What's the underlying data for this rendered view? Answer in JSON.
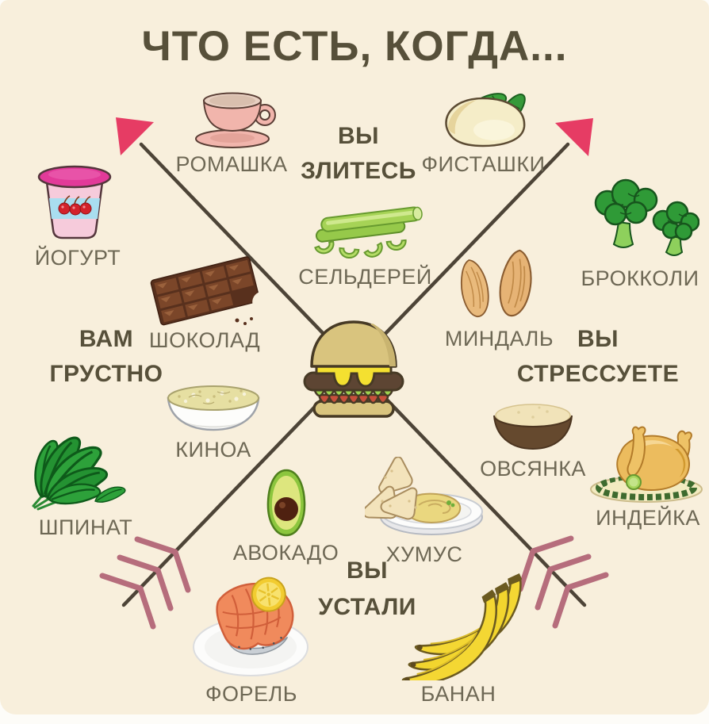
{
  "title": "ЧТО ЕСТЬ, КОГДА...",
  "quadrants": {
    "angry": {
      "line1": "ВЫ",
      "line2": "ЗЛИТЕСЬ"
    },
    "sad": {
      "line1": "ВАМ",
      "line2": "ГРУСТНО"
    },
    "stressed": {
      "line1": "ВЫ",
      "line2": "СТРЕССУЕТЕ"
    },
    "tired": {
      "line1": "ВЫ",
      "line2": "УСТАЛИ"
    }
  },
  "items": {
    "chamomile": {
      "label": "РОМАШКА"
    },
    "pistachios": {
      "label": "ФИСТАШКИ"
    },
    "celery": {
      "label": "СЕЛЬДЕРЕЙ"
    },
    "yogurt": {
      "label": "ЙОГУРТ"
    },
    "chocolate": {
      "label": "ШОКОЛАД"
    },
    "quinoa": {
      "label": "КИНОА"
    },
    "spinach": {
      "label": "ШПИНАТ"
    },
    "almonds": {
      "label": "МИНДАЛЬ"
    },
    "broccoli": {
      "label": "БРОККОЛИ"
    },
    "oatmeal": {
      "label": "ОВСЯНКА"
    },
    "turkey": {
      "label": "ИНДЕЙКА"
    },
    "avocado": {
      "label": "АВОКАДО"
    },
    "hummus": {
      "label": "ХУМУС"
    },
    "trout": {
      "label": "ФОРЕЛЬ"
    },
    "banana": {
      "label": "БАНАН"
    }
  },
  "colors": {
    "background": "#f8efdc",
    "title_text": "#57503a",
    "label_text": "#6e6855",
    "arrow_shaft": "#4d4437",
    "arrowhead_pink": "#e63c64",
    "fletching_pink": "#b66d7c"
  }
}
